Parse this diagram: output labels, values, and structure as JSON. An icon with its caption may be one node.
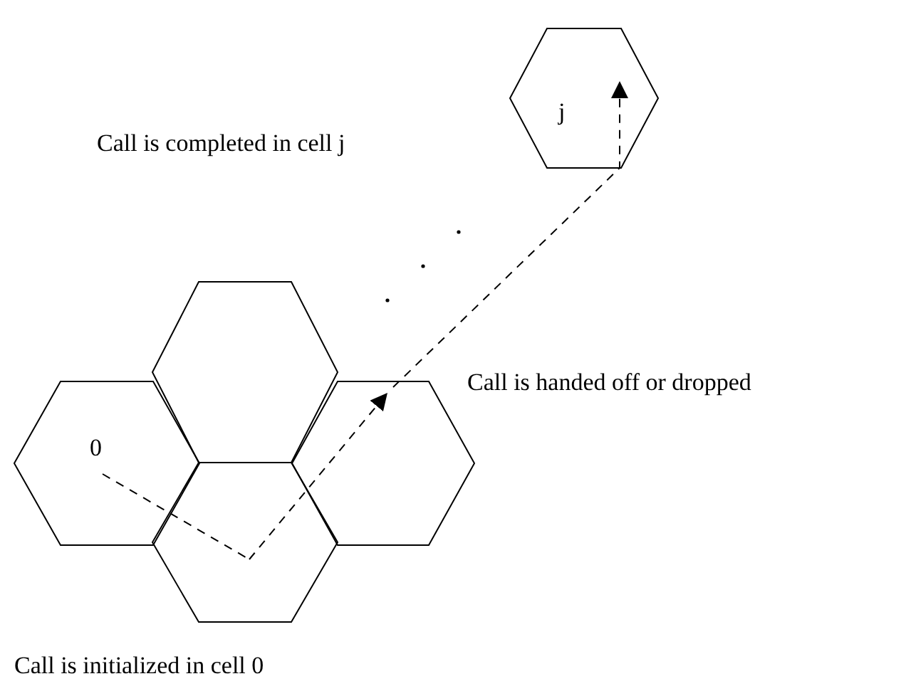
{
  "diagram": {
    "nodes": [
      {
        "text": [
          "0"
        ]
      },
      {
        "text": [],
        "shape": "hexagon"
      },
      {
        "text": [],
        "shape": "hexagon"
      },
      {
        "text": [],
        "shape": "hexagon"
      },
      {
        "text": [
          "j"
        ]
      }
    ],
    "edges": [
      {
        "from": 0,
        "to": 3,
        "arrow": "none",
        "style": "dashed"
      },
      {
        "from": 3,
        "to": 2,
        "arrow": "to",
        "style": "dashed"
      },
      {
        "from": 2,
        "to": 4,
        "arrow": "to",
        "style": "dashed"
      }
    ],
    "labels": [
      "Call is completed in cell j",
      "Call is handed off or dropped",
      "Call is initialized in cell 0"
    ]
  }
}
